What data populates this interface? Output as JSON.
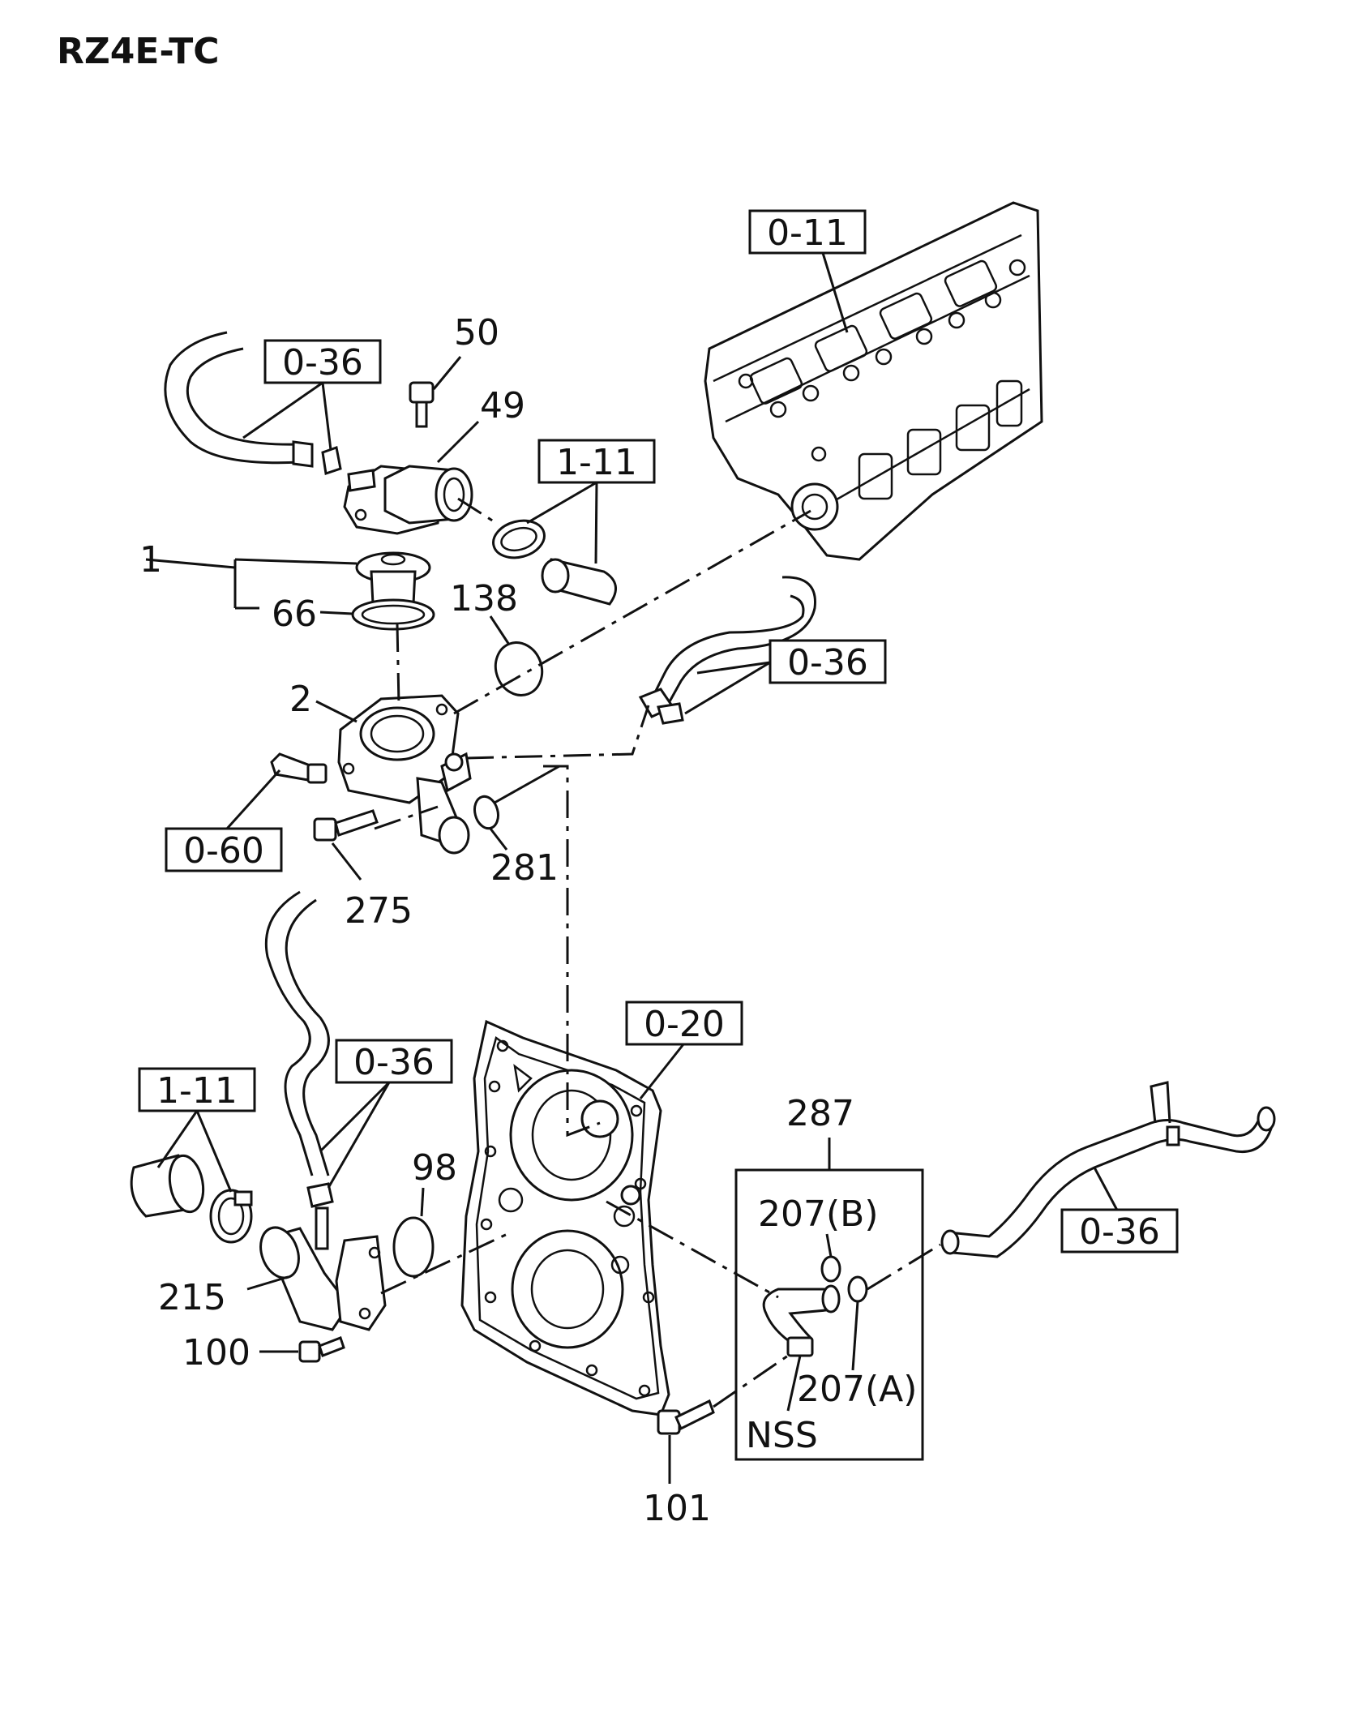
{
  "title": "RZ4E-TC",
  "refs": {
    "r011": "0-11",
    "r036a": "0-36",
    "r111a": "1-11",
    "r036b": "0-36",
    "r060": "0-60",
    "r036c": "0-36",
    "r020": "0-20",
    "r111b": "1-11",
    "r036d": "0-36"
  },
  "labels": {
    "p50": "50",
    "p49": "49",
    "p1": "1",
    "p66": "66",
    "p138": "138",
    "p2": "2",
    "p281": "281",
    "p275": "275",
    "p98": "98",
    "p287": "287",
    "p207b": "207(B)",
    "p207a": "207(A)",
    "p215": "215",
    "p100": "100",
    "pnss": "NSS",
    "p101": "101"
  }
}
